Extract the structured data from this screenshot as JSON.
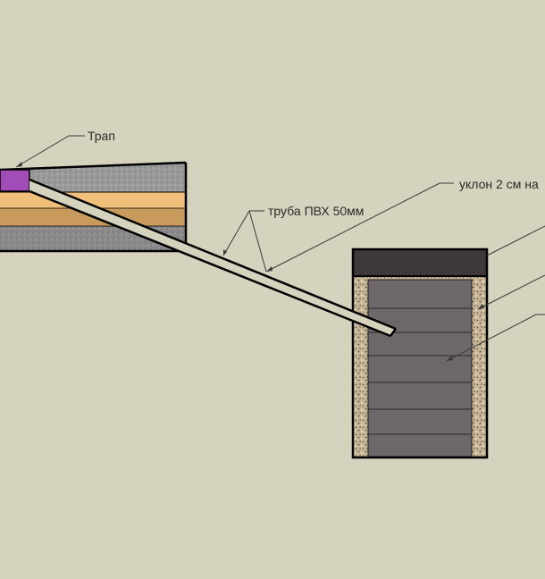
{
  "labels": {
    "drain": "Трап",
    "pipe": "труба ПВХ 50мм",
    "slope": "уклон 2 см на"
  },
  "colors": {
    "background": "#d5d3bd",
    "drain": "#a24cb8",
    "tile": "#9a9a9a",
    "screed_light": "#f0c07a",
    "screed_dark": "#c89a5c",
    "base": "#8a8a8a",
    "well_lid": "#3d393b",
    "well_fill": "#6e6769",
    "gravel": "#c9b79a"
  }
}
